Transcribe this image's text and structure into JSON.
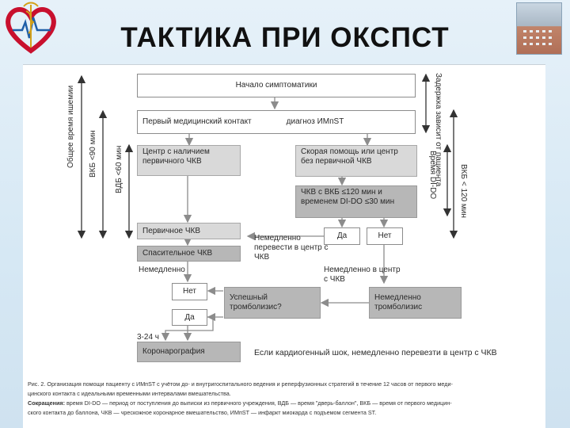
{
  "slide": {
    "title": "ТАКТИКА ПРИ ОКСПСТ"
  },
  "diagram": {
    "box_symptom_onset": "Начало симптоматики",
    "box_first_contact": "Первый медицинский контакт",
    "box_first_contact_diagnosis": "диагноз ИМпST",
    "box_pci_center": "Центр с наличием первичного ЧКВ",
    "box_ambulance": "Скорая помощь или центр без первичной ЧКВ",
    "box_pci_condition": "ЧКВ с ВКБ ≤120 мин и временем DI-DO ≤30 мин",
    "box_yes_top": "Да",
    "box_no_top": "Нет",
    "box_primary_pci": "Первичное ЧКВ",
    "box_rescue_pci": "Спасительное ЧКВ",
    "label_immediately": "Немедленно",
    "label_transfer_now": "Немедленно перевести в центр с ЧКВ",
    "label_immediately_to_center": "Немедленно в центр с ЧКВ",
    "box_no_mid": "Нет",
    "box_yes_mid": "Да",
    "box_successful_thrombolysis": "Успешный тромболизис?",
    "box_immediate_thrombolysis": "Немедленно тромболизис",
    "label_hours": "3-24 ч",
    "box_coronary_angiography": "Коронарография",
    "label_cardiogenic_shock": "Если кардиогенный шок, немедленно перевезти в центр с ЧКВ",
    "vlabel_total_ischemia": "Общее время ишемии",
    "vlabel_vkb_90": "ВКБ <90 мин",
    "vlabel_vdb_60": "ВДБ <60 мин",
    "vlabel_patient_delay": "Задержка зависит от пациента",
    "vlabel_di_do": "Время DI-DO",
    "vlabel_vkb_120": "ВКБ < 120 мин"
  },
  "caption": {
    "line1": "Рис. 2. Организация помощи пациенту с ИМпST с учётом до- и внутригоспитального ведения и реперфузионных стратегий в течение 12 часов от первого меди-",
    "line2": "цинского контакта с идеальными временными интервалами вмешательства.",
    "abbr_label": "Сокращения:",
    "line3": "время DI-DO — период от поступления до выписки из первичного учреждения, ВДБ — время \"дверь-баллон\", ВКБ — время от первого медицин-",
    "line4": "ского контакта до баллона, ЧКВ — чрескожное коронарное вмешательство, ИМпST — инфаркт миокарда с подъемом сегмента ST."
  },
  "colors": {
    "box_gray": "#d9d9d9",
    "box_dark": "#b7b7b7",
    "arrow": "#8c8c8c"
  }
}
